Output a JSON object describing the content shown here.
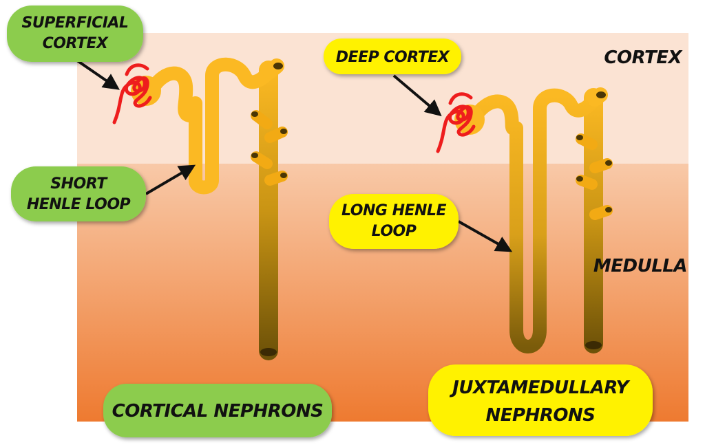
{
  "labels": {
    "superficial_cortex": [
      "SUPERFICIAL",
      "CORTEX"
    ],
    "short_henle_loop": [
      "SHORT",
      "HENLE LOOP"
    ],
    "cortical_nephrons": "CORTICAL NEPHRONS",
    "deep_cortex": "DEEP CORTEX",
    "long_henle_loop": [
      "LONG HENLE",
      "LOOP"
    ],
    "juxtamedullary_nephrons": [
      "JUXTAMEDULLARY",
      "NEPHRONS"
    ]
  },
  "zones": {
    "cortex": "CORTEX",
    "medulla": "MEDULLA"
  },
  "colors": {
    "cortex_bg": "#fbe3d3",
    "medulla_top": "#f8c9a8",
    "medulla_bottom": "#ee7a30",
    "tubule_yellow": "#fbb923",
    "duct_dark": "#6e5208",
    "glomerulus": "#ee1d1d",
    "label_green": "#8ccc4e",
    "label_yellow": "#fff200"
  }
}
